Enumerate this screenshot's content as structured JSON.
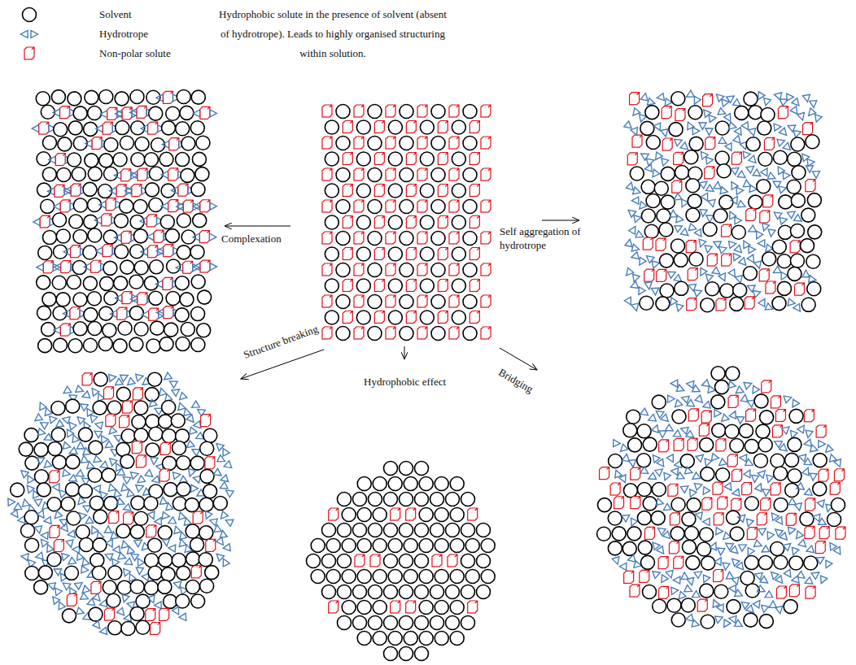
{
  "diagram": {
    "labels": [
      "Hydrophobic solute in the presence of solvent (absent of hydrotrope). Leads to highly organised structuring within solution.",
      "Complexation",
      "Self aggregation of hydrotrope",
      "Structure breaking",
      "Hydrophobic effect",
      "Bridging"
    ],
    "legend": [
      {
        "text": "Solvent"
      },
      {
        "text": "Hydrotrope"
      },
      {
        "text": "Non-polar solute"
      }
    ]
  }
}
